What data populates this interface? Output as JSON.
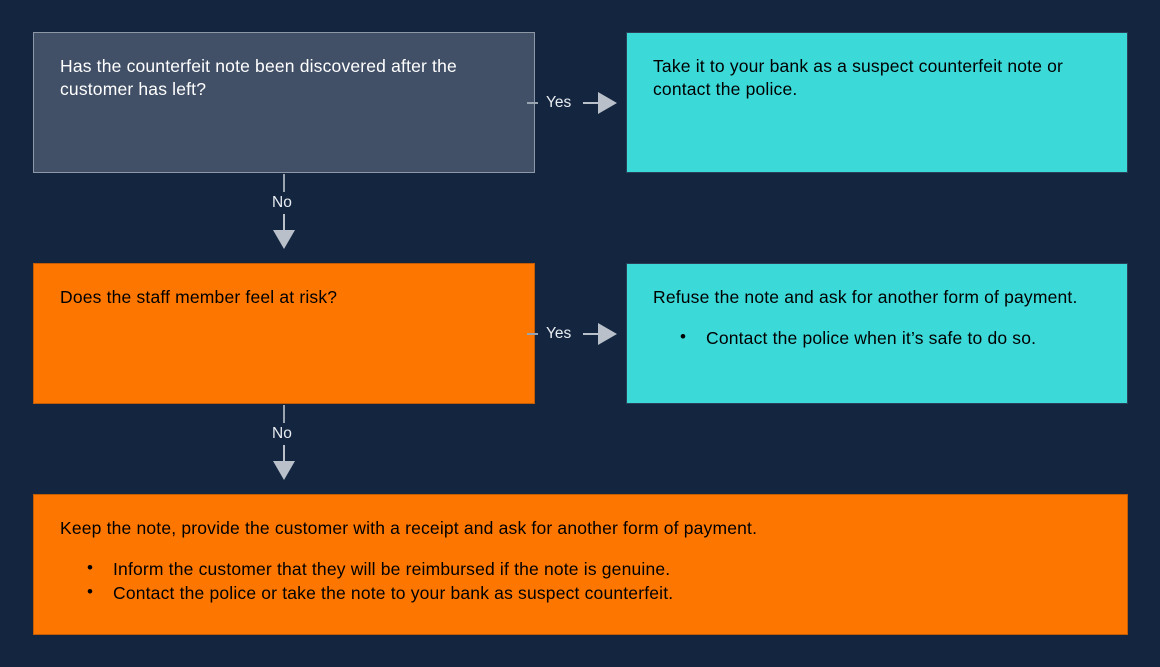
{
  "diagram": {
    "title": "Counterfeit note handling decision flowchart",
    "background_color": "#13253f",
    "colors": {
      "question_fill": "#425067",
      "question_border": "#8d97a6",
      "question_text": "#ffffff",
      "action_cyan_fill": "#3cd9d9",
      "action_orange_fill": "#fd7700",
      "action_text": "#000000",
      "connector": "#b9c0c9",
      "connector_label": "#e8ecf1"
    }
  },
  "nodes": {
    "question_discovered": {
      "type": "question",
      "text": "Has the counterfeit note been discovered after the customer has left?"
    },
    "action_bank_or_police": {
      "type": "action",
      "text": "Take it to your bank as a suspect counterfeit note or contact the police."
    },
    "question_at_risk": {
      "type": "question",
      "text": "Does the staff member feel at risk?"
    },
    "action_refuse_note": {
      "type": "action",
      "text": "Refuse the note and ask for another form of payment.",
      "bullets": [
        "Contact the police when it’s safe to do so."
      ]
    },
    "action_keep_note": {
      "type": "action",
      "text": "Keep the note, provide the customer with a receipt and ask for another form of payment.",
      "bullets": [
        "Inform the customer that they will be reimbursed if the note is genuine.",
        "Contact the police or take the note to your bank as suspect counterfeit."
      ]
    }
  },
  "connectors": {
    "discovered_yes": {
      "label": "Yes",
      "direction": "right"
    },
    "discovered_no": {
      "label": "No",
      "direction": "down"
    },
    "at_risk_yes": {
      "label": "Yes",
      "direction": "right"
    },
    "at_risk_no": {
      "label": "No",
      "direction": "down"
    }
  }
}
